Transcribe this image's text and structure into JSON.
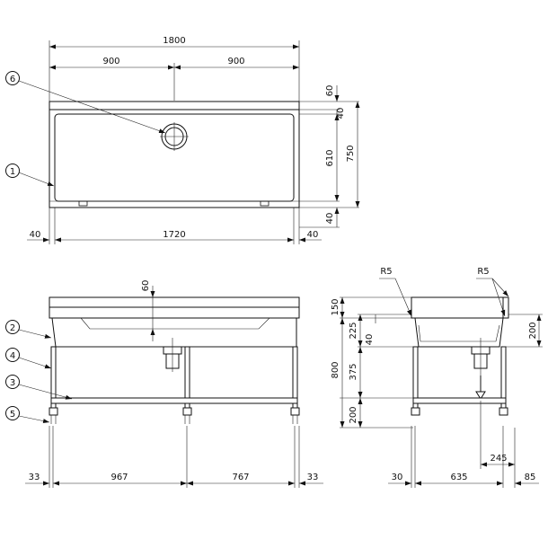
{
  "top_view": {
    "overall_width": "1800",
    "half_left": "900",
    "half_right": "900",
    "inner_width": "1720",
    "side_left": "40",
    "side_right": "40",
    "backsplash": "60",
    "rim_top": "40",
    "bowl_depth": "610",
    "rim_bottom": "40",
    "overall_depth": "750"
  },
  "front_view": {
    "backsplash_height": "60",
    "dim_edge_left": "33",
    "dim_left_span": "967",
    "dim_right_span": "767",
    "dim_edge_right": "33"
  },
  "side_view": {
    "radius_left": "R5",
    "radius_right": "R5",
    "top_height": "150",
    "bowl_height": "225",
    "drain_offset": "40",
    "overall_height": "800",
    "upper_leg": "375",
    "shelf_height": "200",
    "backsplash_total": "200",
    "drain_from_back": "245",
    "dim_front": "30",
    "dim_depth": "635",
    "dim_back": "85"
  },
  "callouts": [
    "1",
    "2",
    "3",
    "4",
    "5",
    "6"
  ]
}
